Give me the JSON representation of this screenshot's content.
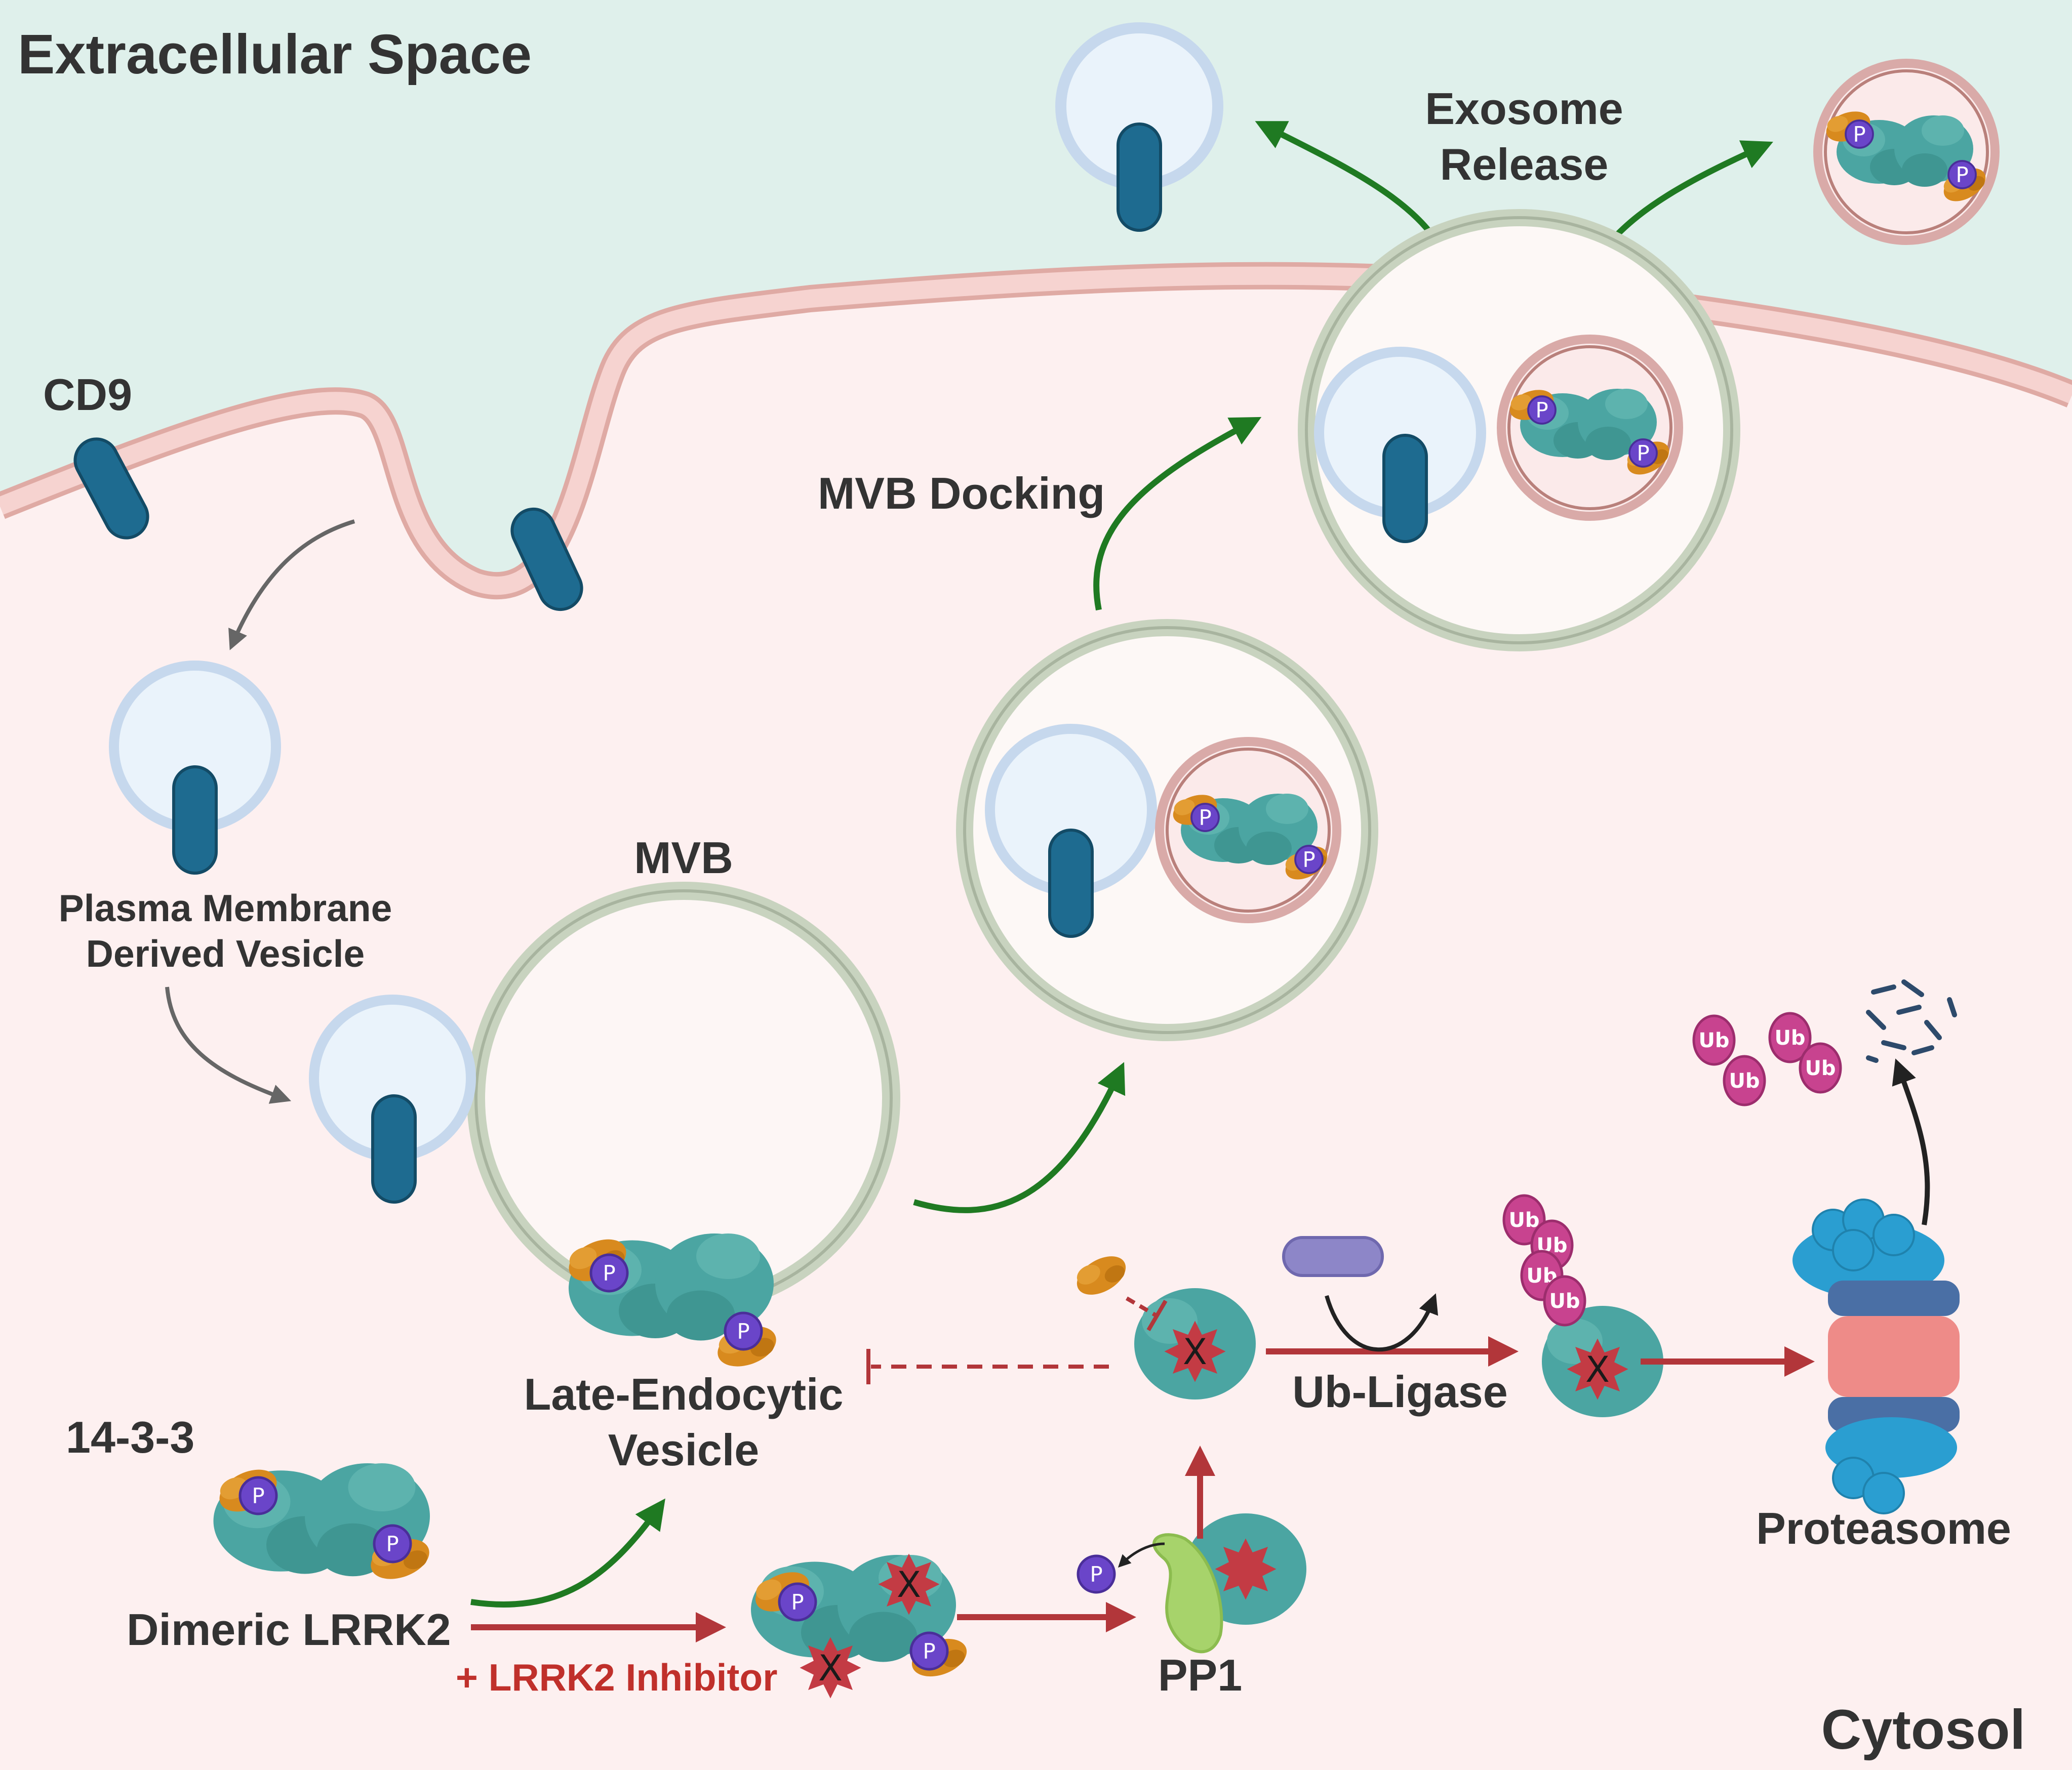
{
  "labels": {
    "extracellular": "Extracellular Space",
    "cytosol": "Cytosol",
    "exosome_release_1": "Exosome",
    "exosome_release_2": "Release",
    "cd9": "CD9",
    "mvb_docking": "MVB Docking",
    "mvb": "MVB",
    "pm_vesicle_1": "Plasma Membrane",
    "pm_vesicle_2": "Derived Vesicle",
    "late_endo_1": "Late-Endocytic",
    "late_endo_2": "Vesicle",
    "protein_1433": "14-3-3",
    "dimeric_lrrk2": "Dimeric LRRK2",
    "inhibitor": "+ LRRK2 Inhibitor",
    "pp1": "PP1",
    "ub_ligase": "Ub-Ligase",
    "proteasome": "Proteasome"
  },
  "markers": {
    "phospho": "P",
    "ubiquitin": "Ub",
    "inactive": "X"
  },
  "colors": {
    "extracellular_bg": "#dff0eb",
    "cytosol_bg": "#fdf0f0",
    "membrane_fill": "#f6d3d0",
    "membrane_edge": "#dfaaa4",
    "vesicle_ring": "#c6d8ed",
    "vesicle_fill": "#eaf3fb",
    "cd9": "#1e6b90",
    "mvb_ring": "#d2dcc8",
    "lrrk2": "#4ba5a2",
    "protein_1433": "#d88a1e",
    "phospho": "#6a45c9",
    "inactive_star": "#c33b44",
    "ubiquitin": "#c8438f",
    "pp1": "#a7d36b",
    "ligase": "#8d86c8",
    "proteasome_blue": "#2a9ed1",
    "proteasome_dark": "#4a6fa5",
    "proteasome_pink": "#ee8b88",
    "arrow_green": "#1f7a22",
    "arrow_red": "#b2363a",
    "arrow_grey": "#666666"
  },
  "icons": [
    "cd9-icon",
    "vesicle-icon",
    "mvb-icon",
    "lrrk2-dimer-icon",
    "14-3-3-icon",
    "phospho-icon",
    "ubiquitin-icon",
    "pp1-icon",
    "ub-ligase-icon",
    "proteasome-icon",
    "peptide-fragments-icon"
  ]
}
